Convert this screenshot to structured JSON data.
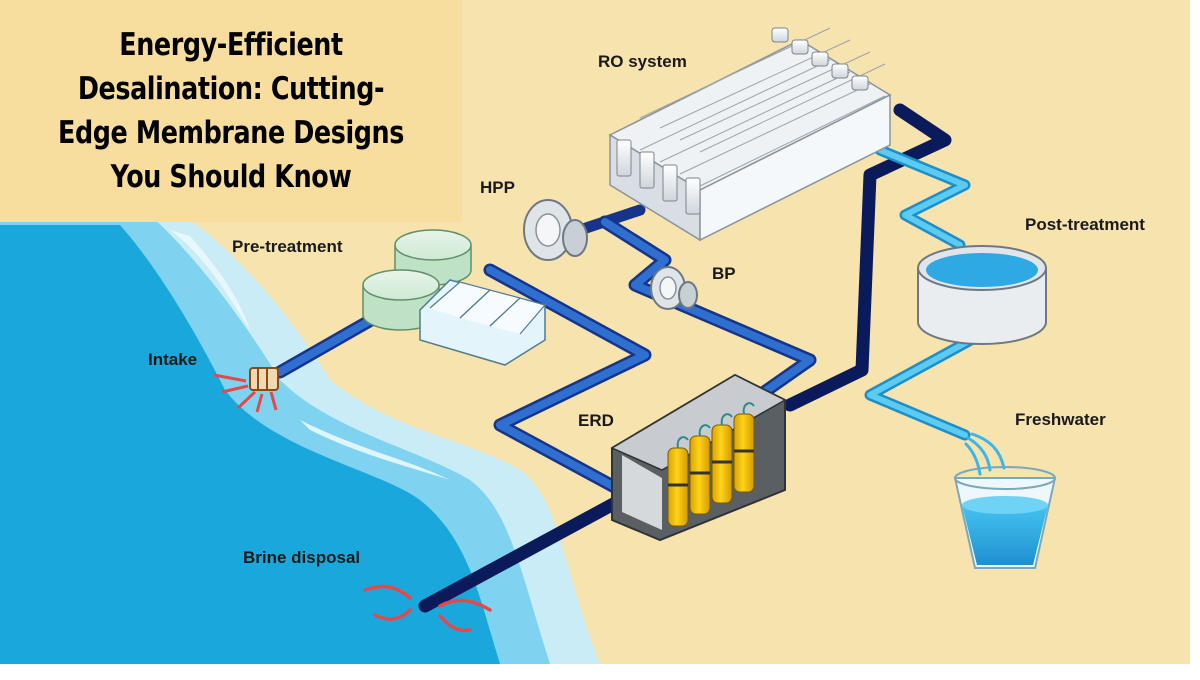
{
  "title": "Energy-Efficient Desalination: Cutting-Edge Membrane Designs You Should Know",
  "colors": {
    "sand": "#f6e3ae",
    "sea": "#1aa8dc",
    "shore_light": "#c9ecf7",
    "feed_pipe": "#1e5fbf",
    "brine_pipe": "#0b1a5a",
    "fresh_pipe": "#3db6e6",
    "erd_cylinder": "#f2c200"
  },
  "labels": {
    "ro_system": "RO system",
    "hpp": "HPP",
    "pre_treatment": "Pre-treatment",
    "bp": "BP",
    "post_treatment": "Post-treatment",
    "intake": "Intake",
    "erd": "ERD",
    "freshwater": "Freshwater",
    "brine_disposal": "Brine disposal"
  }
}
